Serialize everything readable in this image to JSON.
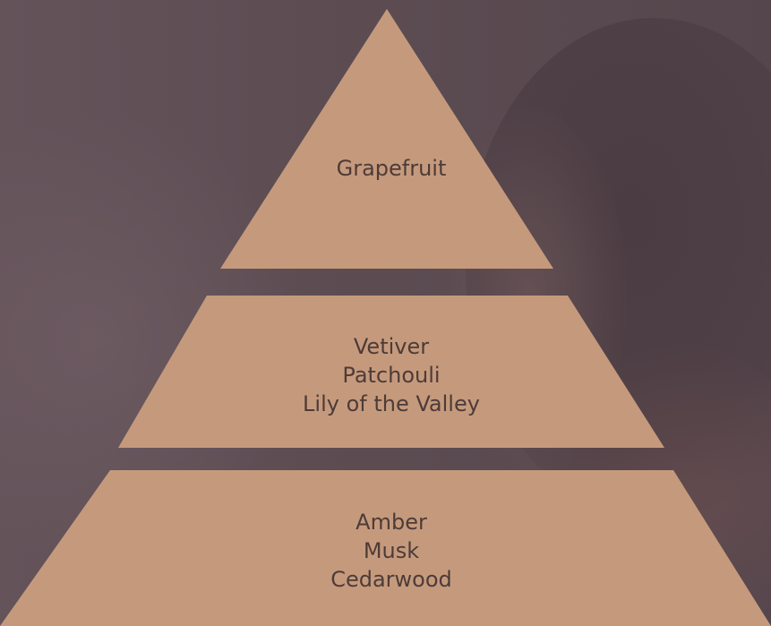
{
  "colors": {
    "tier_fill": "#c59a7c",
    "text": "#4e3b38",
    "background": "#5d4d53"
  },
  "pyramid": {
    "top_tier": {
      "notes": [
        "Grapefruit"
      ]
    },
    "middle_tier": {
      "notes": [
        "Vetiver",
        "Patchouli",
        "Lily of the Valley"
      ]
    },
    "base_tier": {
      "notes": [
        "Amber",
        "Musk",
        "Cedarwood"
      ]
    }
  }
}
